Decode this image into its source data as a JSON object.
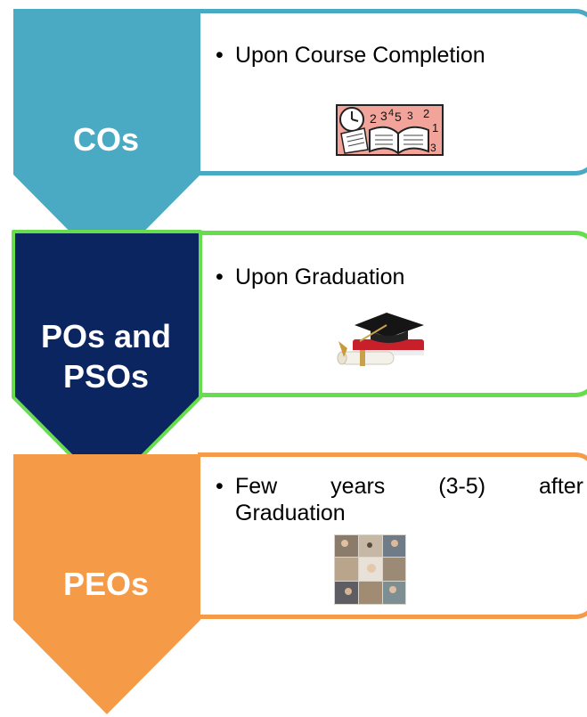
{
  "stages": [
    {
      "label": "COs",
      "color": "#4aaac4",
      "bullet": "Upon Course Completion",
      "icon": "clock-book-calendar-icon"
    },
    {
      "label_line1": "POs and",
      "label_line2": "PSOs",
      "color": "#0b2561",
      "border_color": "#66dd4c",
      "bullet": "Upon Graduation",
      "icon": "graduation-cap-diploma-icon"
    },
    {
      "label": "PEOs",
      "color": "#f59a47",
      "bullet_line1": "Few years (3-5) after",
      "bullet_line2": "Graduation",
      "icon": "professional-collage-photo-icon"
    }
  ]
}
